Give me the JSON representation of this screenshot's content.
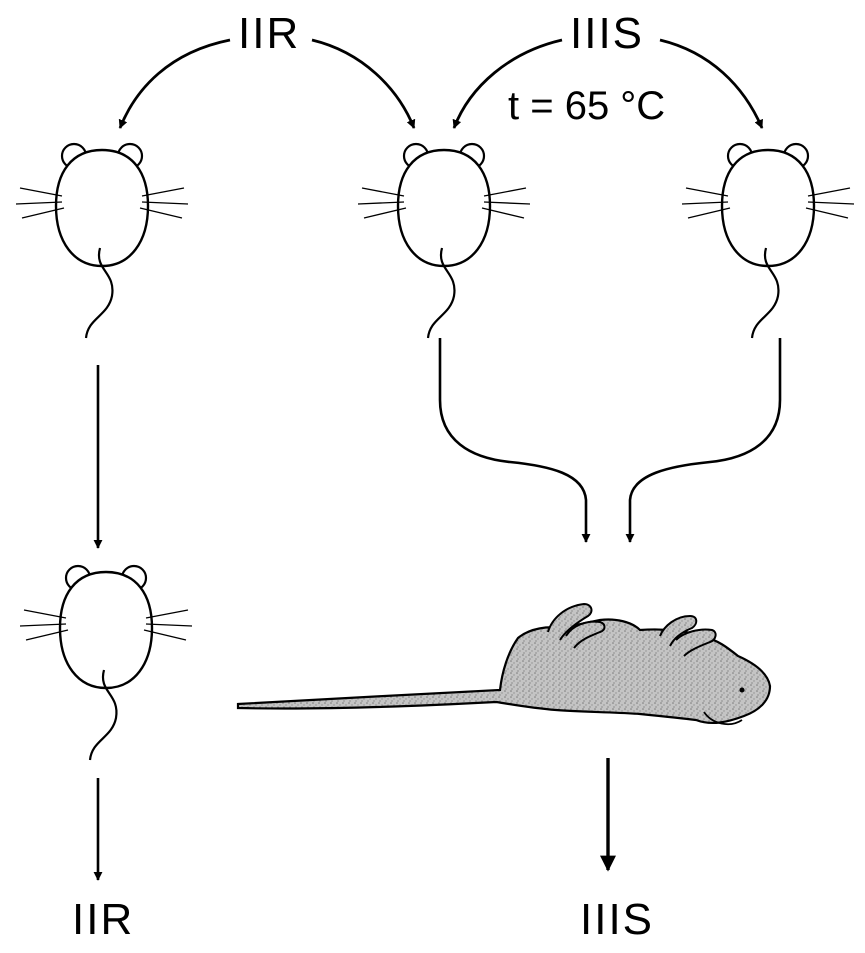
{
  "labels": {
    "top_left": "IIR",
    "top_right": "IIIS",
    "temperature": "t = 65 °C",
    "bottom_left": "IIR",
    "bottom_right": "IIIS"
  },
  "icons": {
    "live_mouse": "mouse-icon",
    "dead_mouse": "dead-mouse-icon",
    "arrow": "arrow-icon"
  },
  "colors": {
    "ink": "#000000",
    "dead_mouse_fill": "#b8b8b8"
  }
}
